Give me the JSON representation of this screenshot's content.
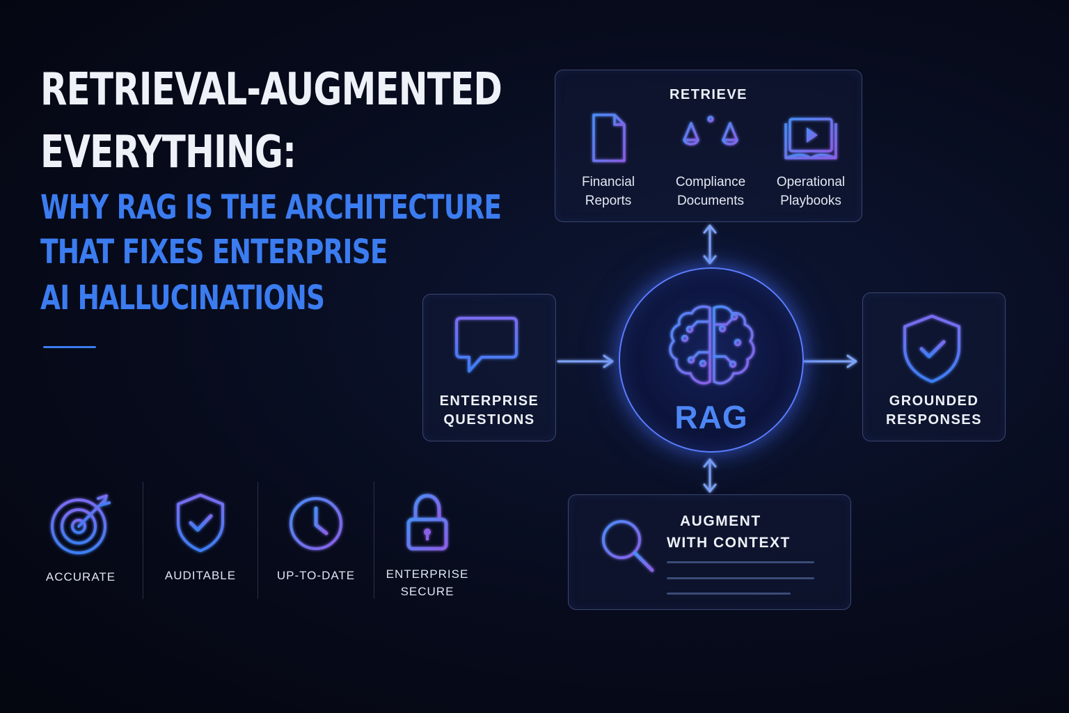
{
  "title": {
    "line1": "RETRIEVAL-AUGMENTED",
    "line2": "EVERYTHING:",
    "subtitle_line1": "WHY RAG IS THE ARCHITECTURE",
    "subtitle_line2": "THAT FIXES ENTERPRISE",
    "subtitle_line3": "AI HALLUCINATIONS"
  },
  "benefits": [
    {
      "label": "ACCURATE",
      "icon": "target-icon"
    },
    {
      "label": "AUDITABLE",
      "icon": "shield-check-icon"
    },
    {
      "label": "UP-TO-DATE",
      "icon": "clock-icon"
    },
    {
      "label_line1": "ENTERPRISE",
      "label_line2": "SECURE",
      "icon": "lock-icon"
    }
  ],
  "diagram": {
    "retrieve": {
      "title": "RETRIEVE",
      "items": [
        {
          "line1": "Financial",
          "line2": "Reports",
          "icon": "document-icon"
        },
        {
          "line1": "Compliance",
          "line2": "Documents",
          "icon": "scales-icon"
        },
        {
          "line1": "Operational",
          "line2": "Playbooks",
          "icon": "video-book-icon"
        }
      ]
    },
    "input": {
      "line1": "ENTERPRISE",
      "line2": "QUESTIONS",
      "icon": "chat-icon"
    },
    "center": {
      "label": "RAG",
      "icon": "brain-circuit-icon"
    },
    "output": {
      "line1": "GROUNDED",
      "line2": "RESPONSES",
      "icon": "shield-check-icon"
    },
    "augment": {
      "line1": "AUGMENT",
      "line2": "WITH CONTEXT",
      "icon": "magnifier-icon"
    }
  },
  "colors": {
    "background": "#070b1c",
    "accent_blue": "#3b7cf0",
    "accent_violet": "#8a63e8",
    "box_border": "#3a4670"
  }
}
